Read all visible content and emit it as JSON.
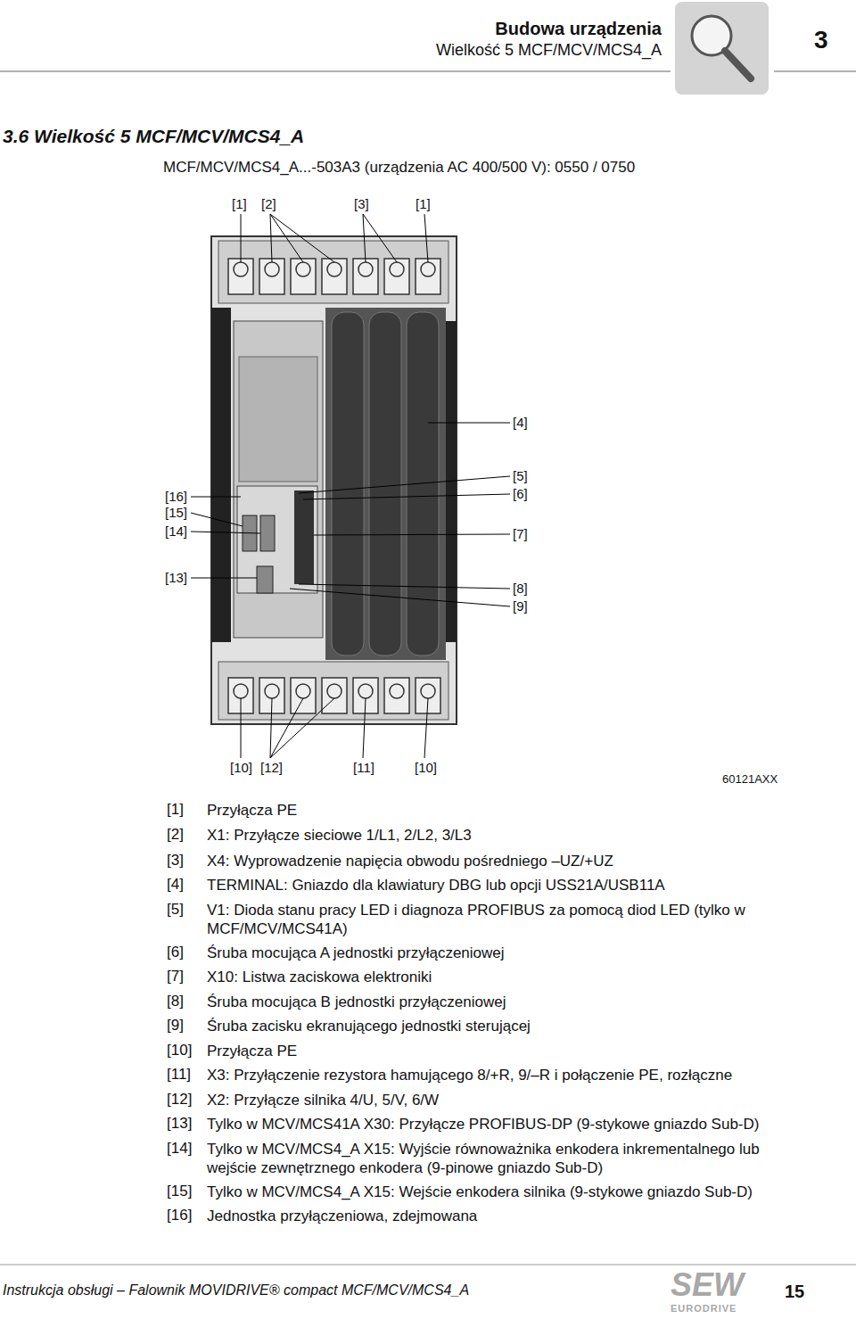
{
  "diagram": {
    "title": "3.6 Wielkość 5 MCF/MCV/MCS4_A",
    "labels": [
      "Budowa urządzenia",
      "Wielkość 5 MCF/MCV/MCS4_A",
      "3",
      "MCF/MCV/MCS4_A...-503A3 (urządzenia AC 400/500 V): 0550 / 0750",
      "[1]",
      "[2]",
      "[3]",
      "[1]",
      "[4]",
      "[5]",
      "[6]",
      "[7]",
      "[16]",
      "[15]",
      "[14]",
      "[13]",
      "[8]",
      "[9]",
      "[10]",
      "[12]",
      "[11]",
      "[10]",
      "60121AXX",
      "[1]",
      "Przyłącza PE",
      "[2]",
      "X1: Przyłącze sieciowe 1/L1, 2/L2, 3/L3",
      "[3]",
      "X4: Wyprowadzenie napięcia obwodu pośredniego –UZ/+UZ",
      "[4]",
      "TERMINAL: Gniazdo dla klawiatury DBG lub opcji USS21A/USB11A",
      "[5]",
      "V1: Dioda stanu pracy LED i diagnoza PROFIBUS za pomocą diod LED (tylko w MCF/MCV/MCS41A)",
      "[6]",
      "Śruba mocująca A jednostki przyłączeniowej",
      "[7]",
      "X10: Listwa zaciskowa elektroniki",
      "[8]",
      "Śruba mocująca B jednostki przyłączeniowej",
      "[9]",
      "Śruba zacisku ekranującego jednostki sterującej",
      "[10]",
      "Przyłącza PE",
      "[11]",
      "X3: Przyłączenie rezystora hamującego 8/+R, 9/–R i połączenie PE, rozłączne",
      "[12]",
      "X2: Przyłącze silnika 4/U, 5/V, 6/W",
      "[13]",
      "Tylko w MCV/MCS41A X30: Przyłącze PROFIBUS-DP (9-stykowe gniazdo Sub-D)",
      "[14]",
      "Tylko w MCV/MCS4_A X15: Wyjście równoważnika enkodera inkrementalnego lub wejście zewnętrznego enkodera (9-pinowe gniazdo Sub-D)",
      "[15]",
      "Tylko w MCV/MCS4_A X15: Wejście enkodera silnika (9-stykowe gniazdo Sub-D)",
      "[16]",
      "Jednostka przyłączeniowa, zdejmowana",
      "Instrukcja obsługi – Falownik MOVIDRIVE® compact MCF/MCV/MCS4_A",
      "15",
      "SEW",
      "EURODRIVE"
    ]
  }
}
